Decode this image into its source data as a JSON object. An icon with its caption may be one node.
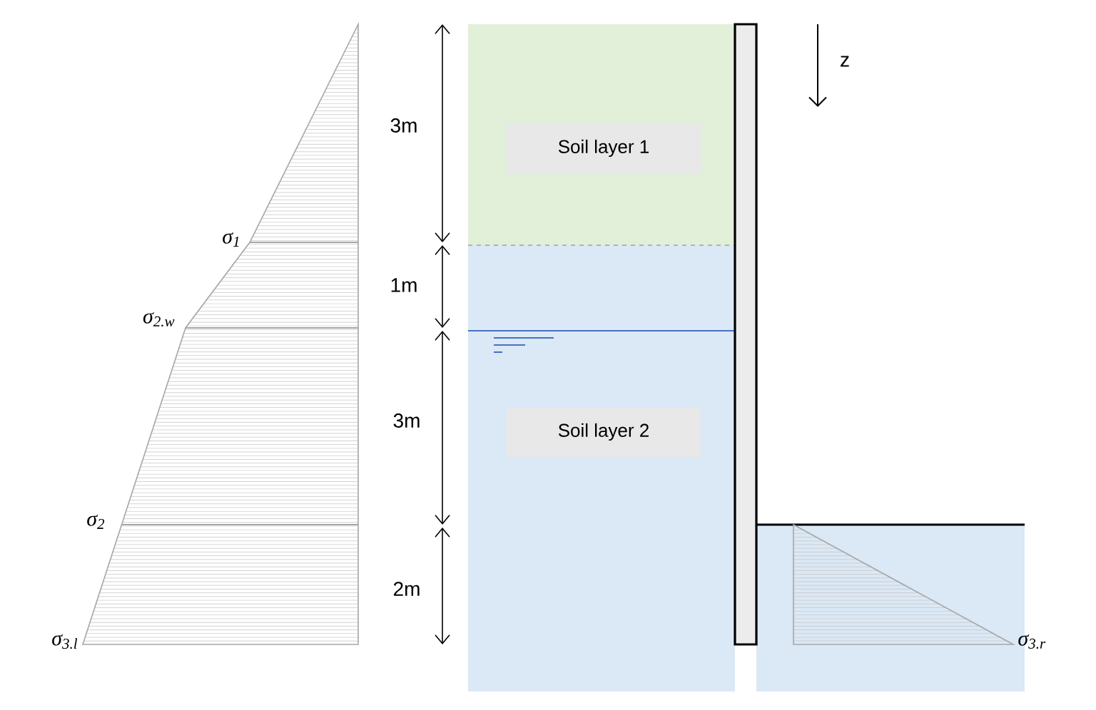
{
  "diagram": {
    "nodes": [
      {
        "text": [
          "Soil layer 1"
        ]
      },
      {
        "text": [
          "Soil layer 2"
        ]
      }
    ],
    "labels": [
      "3m",
      "z",
      "σ$_{1}$",
      "1m",
      "σ$_{2.w}$",
      "3m",
      "σ$_{2}$",
      "2m",
      "σ$_{3.l}$",
      "σ$_{3.r}$"
    ]
  }
}
